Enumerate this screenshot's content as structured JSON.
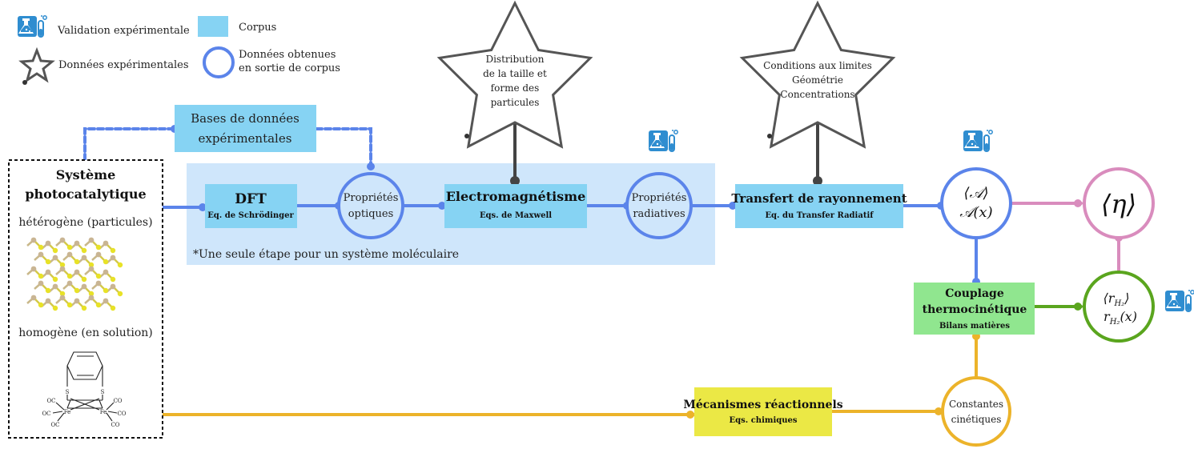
{
  "legend": {
    "validation": "Validation expérimentale",
    "corpus": "Corpus",
    "donnees_exp": "Données expérimentales",
    "donnees_obtenues_1": "Données obtenues",
    "donnees_obtenues_2": "en sortie de corpus"
  },
  "colors": {
    "corpus": "#cfe6fb",
    "box_blue": "#86d3f3",
    "line_blue": "#5b84ea",
    "green_box": "#90e68f",
    "green_line": "#5aa51e",
    "yellow_box": "#ebe845",
    "yellow_line": "#ecb32a",
    "pink": "#d98cbd",
    "gray": "#555555"
  },
  "bases": {
    "line1": "Bases de données",
    "line2": "expérimentales"
  },
  "systeme": {
    "title1": "Système",
    "title2": "photocatalytique",
    "hetero": "hétérogène (particules)",
    "homo": "homogène (en solution)",
    "molecule_labels": [
      "S",
      "S",
      "Fe",
      "Fe",
      "OC",
      "OC",
      "OC",
      "CO",
      "CO",
      "CO"
    ]
  },
  "dft": {
    "title": "DFT",
    "sub": "Eq. de Schrödinger"
  },
  "prop_optiques": {
    "line1": "Propriétés",
    "line2": "optiques"
  },
  "electro": {
    "title": "Electromagnétisme",
    "sub": "Eqs. de Maxwell"
  },
  "prop_radiatives": {
    "line1": "Propriétés",
    "line2": "radiatives"
  },
  "transfert": {
    "title": "Transfert de rayonnement",
    "sub": "Eq. du Transfer Radiatif"
  },
  "star1": {
    "line1": "Distribution",
    "line2": "de la taille et",
    "line3": "forme des",
    "line4": "particules"
  },
  "star2": {
    "line1": "Conditions aux limites",
    "line2": "Géométrie",
    "line3": "Concentrations"
  },
  "corpus_note": "*Une seule étape pour un système moléculaire",
  "absorption": {
    "line1": "⟨𝒜⟩",
    "line2": "𝒜(x)"
  },
  "eta": "⟨η⟩",
  "couplage": {
    "line1": "Couplage",
    "line2": "thermocinétique",
    "sub": "Bilans matières"
  },
  "rate": {
    "line1": "⟨r",
    "line1_sub": "H₂",
    "line1_end": "⟩",
    "line2": "r",
    "line2_sub": "H₂",
    "line2_end": "(x)"
  },
  "mecanismes": {
    "title": "Mécanismes réactionnels",
    "sub": "Eqs. chimiques"
  },
  "constantes": {
    "line1": "Constantes",
    "line2": "cinétiques"
  }
}
